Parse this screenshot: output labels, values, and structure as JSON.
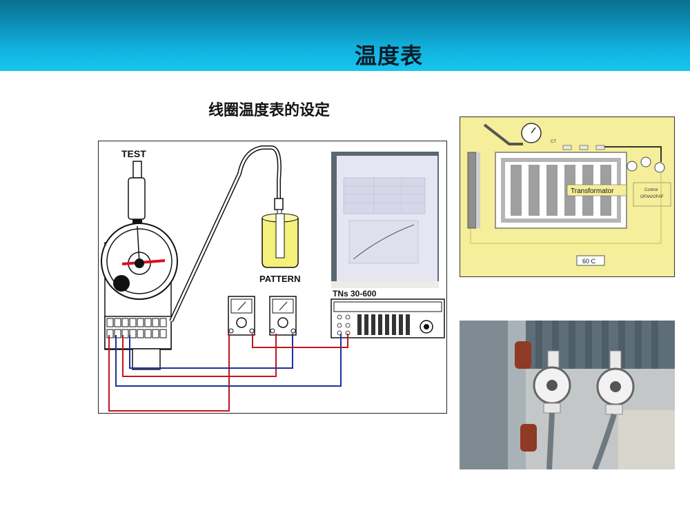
{
  "slide": {
    "title": "温度表",
    "subtitle": "线圈温度表的设定"
  },
  "diagram": {
    "test_label": "TEST",
    "pattern_label": "PATTERN",
    "calibrator_label": "TNs 30-600"
  },
  "transformer_panel": {
    "transformer_label": "Transformator",
    "control_label_1": "Control",
    "control_label_2": "OFAN/OFAF",
    "ct_label": "CT",
    "setting_label": "60 C"
  },
  "colors": {
    "header_top": "#0a6f8e",
    "header_bottom": "#18c5ef",
    "wire_red": "#c0141c",
    "wire_blue": "#1c2f9e",
    "panel_yellow": "#f5ee9a"
  }
}
